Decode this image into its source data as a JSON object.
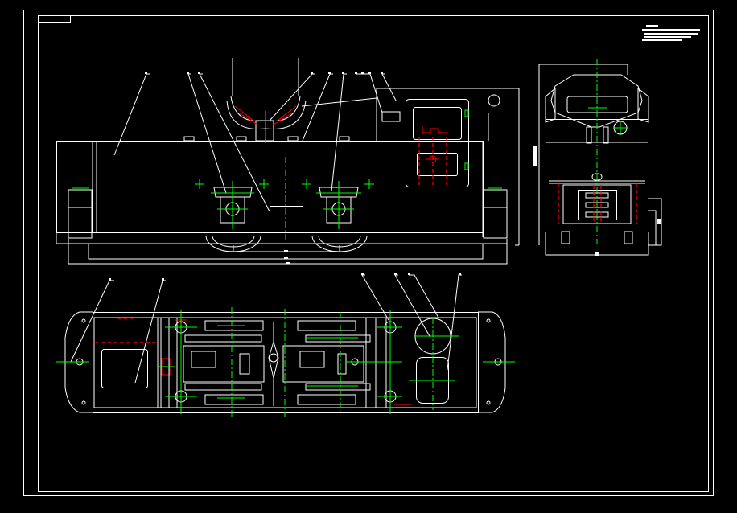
{
  "drawing": {
    "colors": {
      "background": "#000000",
      "outline": "#ffffff",
      "centerline": "#00ff00",
      "hidden_detail": "#ff0000"
    },
    "views": [
      "front-elevation",
      "end-elevation",
      "plan"
    ]
  }
}
